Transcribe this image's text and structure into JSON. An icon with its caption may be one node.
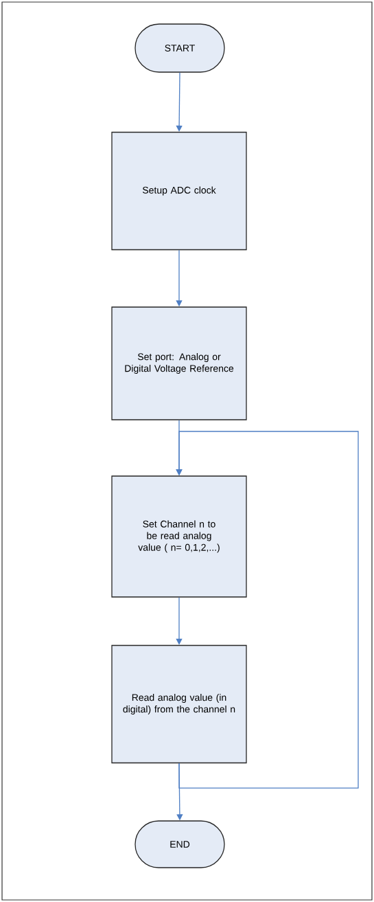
{
  "diagram": {
    "nodes": [
      {
        "text": [
          "START"
        ]
      },
      {
        "text": [
          "Setup ADC clock"
        ]
      },
      {
        "text": [
          "Set port: Analog or Digital Voltage Reference"
        ]
      },
      {
        "text": [
          "Set Channel n to be read analog value ( n= 0,1,2,...)"
        ]
      },
      {
        "text": [
          "Read analog value (in digital) from the channel n"
        ]
      },
      {
        "text": [
          "END"
        ]
      }
    ],
    "edges": [
      {
        "from": 0,
        "to": 1,
        "arrow": "to"
      },
      {
        "from": 1,
        "to": 2,
        "arrow": "to"
      },
      {
        "from": 2,
        "to": 3,
        "arrow": "to"
      },
      {
        "from": 3,
        "to": 4,
        "arrow": "to"
      },
      {
        "from": 4,
        "to": 5,
        "arrow": "to"
      },
      {
        "from": 4,
        "to": 3,
        "arrow": "to"
      }
    ]
  }
}
